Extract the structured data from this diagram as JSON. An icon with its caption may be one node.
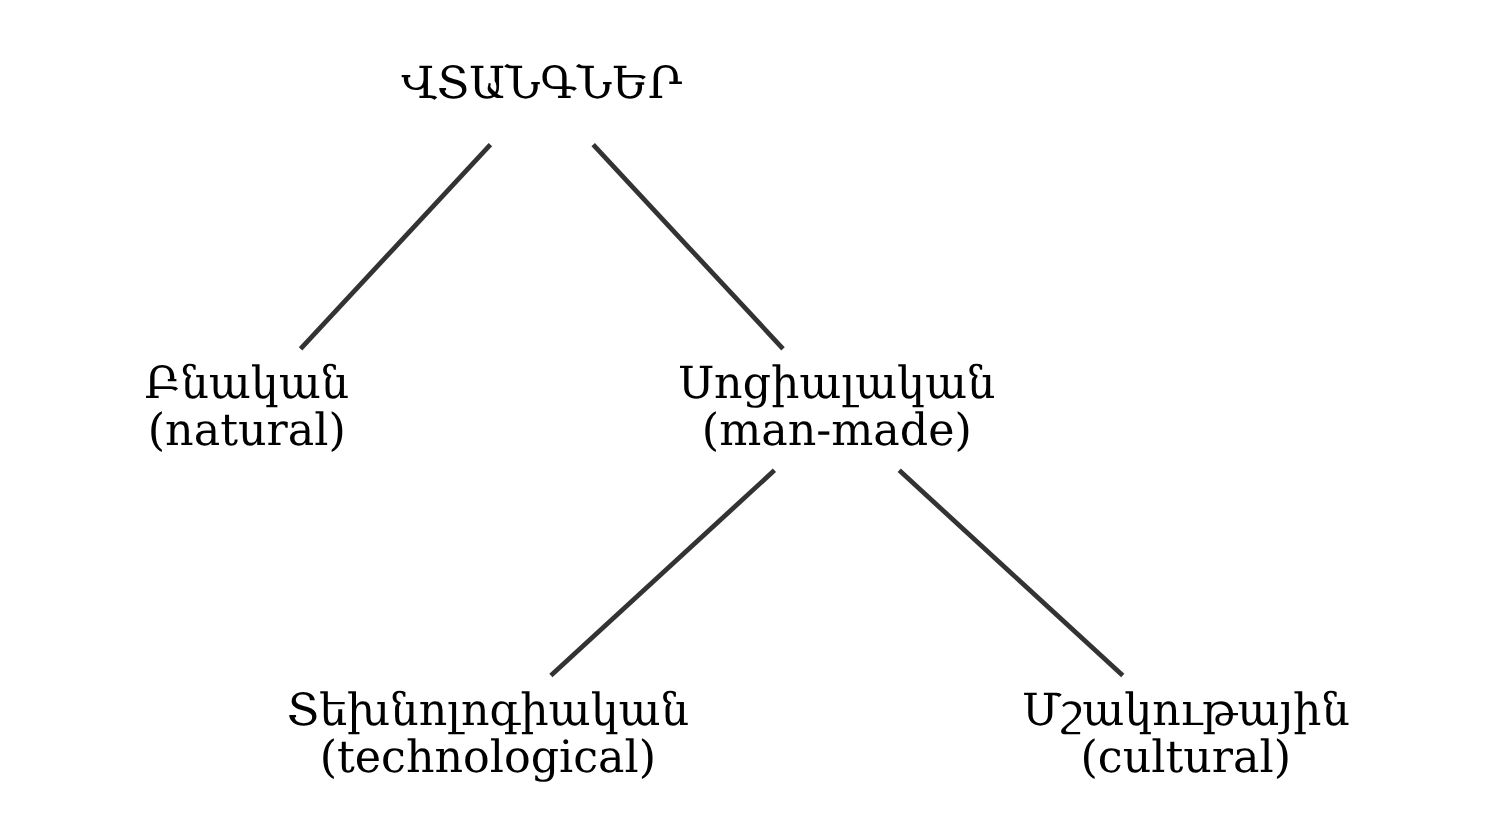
{
  "diagram": {
    "nodes": [
      {
        "text": [
          "ՎՏԱՆԳՆԵՐ"
        ]
      },
      {
        "text": [
          "Բնական",
          "(natural)"
        ]
      },
      {
        "text": [
          "Սոցիալական",
          "(man-made)"
        ]
      },
      {
        "text": [
          "Տեխնոլոգիական",
          "(technological)"
        ]
      },
      {
        "text": [
          "Մշակութային",
          "(cultural)"
        ]
      }
    ],
    "edges": [
      {
        "from": 0,
        "to": 1,
        "arrow": "none"
      },
      {
        "from": 0,
        "to": 2,
        "arrow": "none"
      },
      {
        "from": 2,
        "to": 3,
        "arrow": "none"
      },
      {
        "from": 2,
        "to": 4,
        "arrow": "none"
      }
    ]
  }
}
